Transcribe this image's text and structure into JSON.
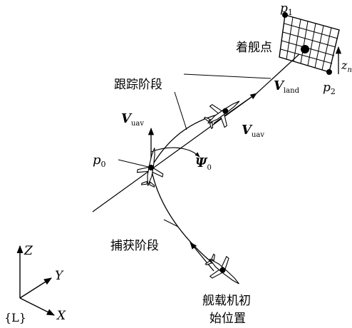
{
  "labels": {
    "p1": "p",
    "p1_sub": "1",
    "p2": "p",
    "p2_sub": "2",
    "p0": "p",
    "p0_sub": "0",
    "zn": "z",
    "zn_sub": "n",
    "landing_point": "着舰点",
    "tracking_phase": "跟踪阶段",
    "capture_phase": "捕获阶段",
    "v_land": "V",
    "v_land_sub": "land",
    "v_uav_upper": "V",
    "v_uav_upper_sub": "uav",
    "v_uav_right": "V",
    "v_uav_right_sub": "uav",
    "psi0": "Ψ",
    "psi0_sub": "0",
    "initial_pos_line1": "舰载机初",
    "initial_pos_line2": "始位置",
    "axis_z": "Z",
    "axis_y": "Y",
    "axis_x": "X",
    "frame_label": "{L}"
  }
}
